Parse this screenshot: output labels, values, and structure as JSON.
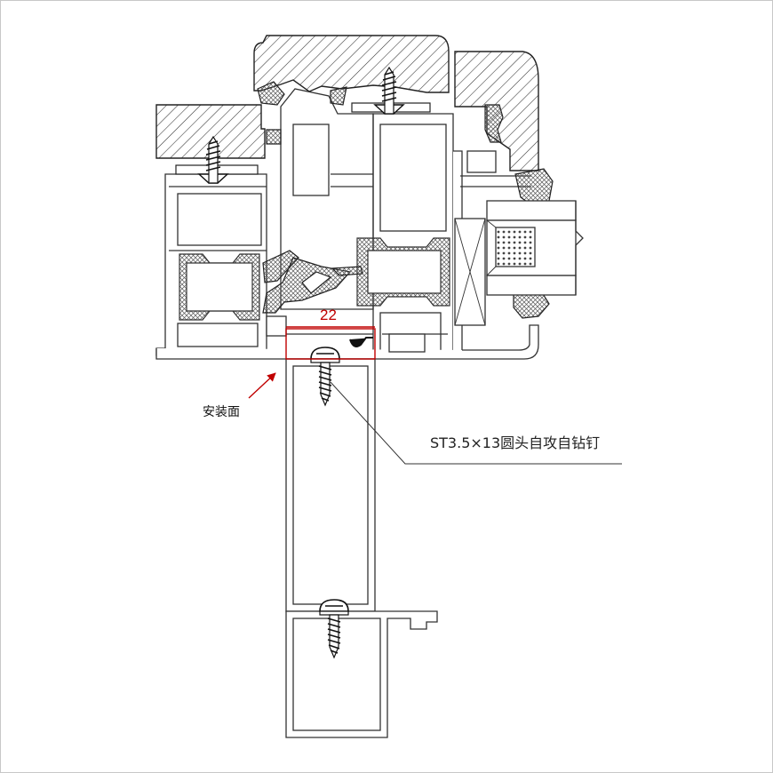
{
  "annotations": {
    "dimension_label": "22",
    "install_surface_label": "安装面",
    "screw_spec_label": "ST3.5×13圆头自攻自钻钉"
  },
  "colors": {
    "outline": "#333333",
    "annotation_red": "#c00000",
    "border": "#c8c8c8",
    "background": "#ffffff"
  },
  "icons": [
    "screw-icon",
    "arrow-icon"
  ]
}
